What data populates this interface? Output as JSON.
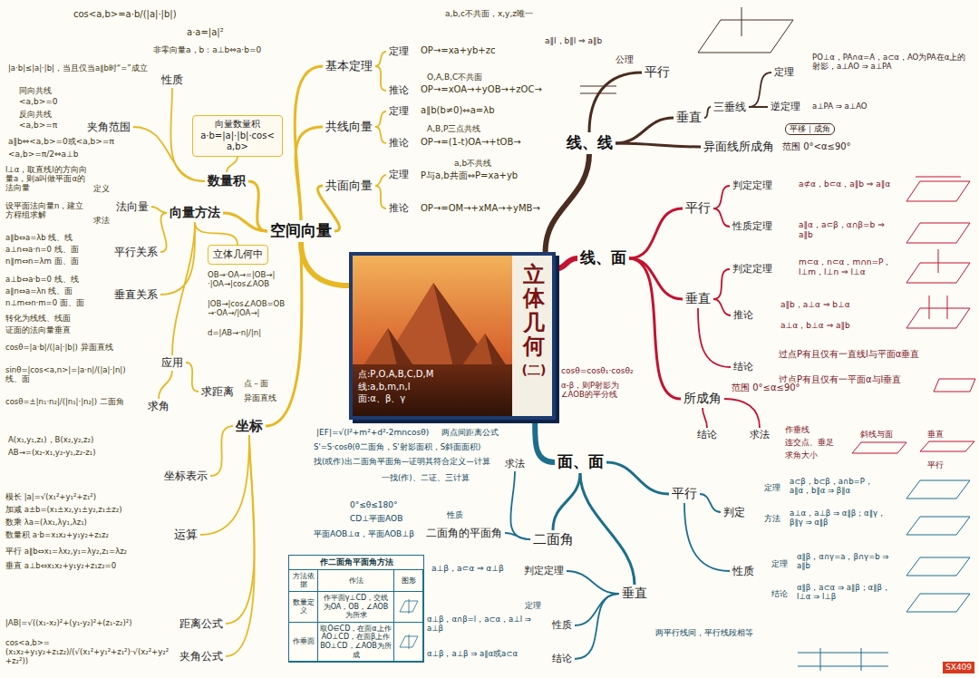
{
  "diagram": {
    "nodes": [
      {
        "text": [
          "立体几何",
          "(二)",
          "点:P,O,A,B,C,D,M",
          "线:a,b,m,n,l",
          "面:α、β、γ"
        ]
      },
      {
        "text": [
          "空间向量"
        ]
      },
      {
        "text": [
          "基本定理"
        ]
      },
      {
        "text": [
          "定理"
        ]
      },
      {
        "text": [
          "推论"
        ]
      },
      {
        "text": [
          "共线向量"
        ]
      },
      {
        "text": [
          "定理"
        ]
      },
      {
        "text": [
          "推论"
        ]
      },
      {
        "text": [
          "共面向量"
        ]
      },
      {
        "text": [
          "定理"
        ]
      },
      {
        "text": [
          "推论"
        ]
      },
      {
        "text": [
          "数量积"
        ]
      },
      {
        "text": [
          "性质"
        ]
      },
      {
        "text": [
          "夹角范围"
        ]
      },
      {
        "text": [
          "向量数量积",
          "a·b=|a|·|b|·cos<a,b>"
        ]
      },
      {
        "text": [
          "向量方法"
        ]
      },
      {
        "text": [
          "法向量"
        ]
      },
      {
        "text": [
          "平行关系"
        ]
      },
      {
        "text": [
          "垂直关系"
        ]
      },
      {
        "text": [
          "立体几何中"
        ]
      },
      {
        "text": [
          "应用"
        ]
      },
      {
        "text": [
          "求角"
        ]
      },
      {
        "text": [
          "求距离"
        ]
      },
      {
        "text": [
          "坐标"
        ]
      },
      {
        "text": [
          "坐标表示"
        ]
      },
      {
        "text": [
          "运算"
        ]
      },
      {
        "text": [
          "距离公式"
        ]
      },
      {
        "text": [
          "夹角公式"
        ]
      },
      {
        "text": [
          "线、线"
        ]
      },
      {
        "text": [
          "平行"
        ]
      },
      {
        "text": [
          "垂直"
        ]
      },
      {
        "text": [
          "三垂线"
        ]
      },
      {
        "text": [
          "定理"
        ]
      },
      {
        "text": [
          "逆定理"
        ]
      },
      {
        "text": [
          "异面线所成角"
        ]
      },
      {
        "text": [
          "线、面"
        ]
      },
      {
        "text": [
          "平行"
        ]
      },
      {
        "text": [
          "判定定理"
        ]
      },
      {
        "text": [
          "性质定理"
        ]
      },
      {
        "text": [
          "垂直"
        ]
      },
      {
        "text": [
          "判定定理"
        ]
      },
      {
        "text": [
          "推论"
        ]
      },
      {
        "text": [
          "结论"
        ]
      },
      {
        "text": [
          "所成角"
        ]
      },
      {
        "text": [
          "结论"
        ]
      },
      {
        "text": [
          "求法"
        ]
      },
      {
        "text": [
          "面、面"
        ]
      },
      {
        "text": [
          "平行"
        ]
      },
      {
        "text": [
          "判定"
        ]
      },
      {
        "text": [
          "性质"
        ]
      },
      {
        "text": [
          "垂直"
        ]
      },
      {
        "text": [
          "判定定理"
        ]
      },
      {
        "text": [
          "性质"
        ]
      },
      {
        "text": [
          "结论"
        ]
      },
      {
        "text": [
          "二面角"
        ]
      },
      {
        "text": [
          "求法"
        ]
      },
      {
        "text": [
          "二面角的平面角"
        ]
      },
      {
        "text": [
          "作二面角平面角方法",
          "方法依据",
          "作法",
          "图形",
          "数量定义",
          "作平面γ⊥CD，交线为OA，OB，∠AOB为所求",
          "作垂面",
          "取O∈CD，在面α上作AO⊥CD，在面β上作BO⊥CD，∠AOB为所成"
        ]
      }
    ],
    "edges": [
      {
        "from": 0,
        "to": 1,
        "arrow": "none"
      },
      {
        "from": 0,
        "to": 28,
        "arrow": "none"
      },
      {
        "from": 0,
        "to": 35,
        "arrow": "none"
      },
      {
        "from": 0,
        "to": 46,
        "arrow": "none"
      },
      {
        "from": 1,
        "to": 2,
        "arrow": "none"
      },
      {
        "from": 1,
        "to": 5,
        "arrow": "none"
      },
      {
        "from": 1,
        "to": 8,
        "arrow": "none"
      },
      {
        "from": 1,
        "to": 11,
        "arrow": "none"
      },
      {
        "from": 1,
        "to": 15,
        "arrow": "none"
      },
      {
        "from": 1,
        "to": 23,
        "arrow": "none"
      },
      {
        "from": 2,
        "to": 3,
        "arrow": "none"
      },
      {
        "from": 2,
        "to": 4,
        "arrow": "none"
      },
      {
        "from": 5,
        "to": 6,
        "arrow": "none"
      },
      {
        "from": 5,
        "to": 7,
        "arrow": "none"
      },
      {
        "from": 8,
        "to": 9,
        "arrow": "none"
      },
      {
        "from": 8,
        "to": 10,
        "arrow": "none"
      },
      {
        "from": 11,
        "to": 12,
        "arrow": "none"
      },
      {
        "from": 11,
        "to": 13,
        "arrow": "none"
      },
      {
        "from": 11,
        "to": 14,
        "arrow": "none"
      },
      {
        "from": 15,
        "to": 16,
        "arrow": "none"
      },
      {
        "from": 15,
        "to": 17,
        "arrow": "none"
      },
      {
        "from": 15,
        "to": 18,
        "arrow": "none"
      },
      {
        "from": 15,
        "to": 19,
        "arrow": "none"
      },
      {
        "from": 15,
        "to": 20,
        "arrow": "none"
      },
      {
        "from": 20,
        "to": 21,
        "arrow": "none"
      },
      {
        "from": 20,
        "to": 22,
        "arrow": "none"
      },
      {
        "from": 23,
        "to": 24,
        "arrow": "none"
      },
      {
        "from": 23,
        "to": 25,
        "arrow": "none"
      },
      {
        "from": 23,
        "to": 26,
        "arrow": "none"
      },
      {
        "from": 23,
        "to": 27,
        "arrow": "none"
      },
      {
        "from": 28,
        "to": 29,
        "arrow": "none"
      },
      {
        "from": 28,
        "to": 30,
        "arrow": "none"
      },
      {
        "from": 28,
        "to": 34,
        "arrow": "none"
      },
      {
        "from": 30,
        "to": 31,
        "arrow": "none"
      },
      {
        "from": 31,
        "to": 32,
        "arrow": "none"
      },
      {
        "from": 31,
        "to": 33,
        "arrow": "none"
      },
      {
        "from": 35,
        "to": 36,
        "arrow": "none"
      },
      {
        "from": 35,
        "to": 39,
        "arrow": "none"
      },
      {
        "from": 35,
        "to": 43,
        "arrow": "none"
      },
      {
        "from": 36,
        "to": 37,
        "arrow": "none"
      },
      {
        "from": 36,
        "to": 38,
        "arrow": "none"
      },
      {
        "from": 39,
        "to": 40,
        "arrow": "none"
      },
      {
        "from": 39,
        "to": 41,
        "arrow": "none"
      },
      {
        "from": 39,
        "to": 42,
        "arrow": "none"
      },
      {
        "from": 43,
        "to": 44,
        "arrow": "none"
      },
      {
        "from": 43,
        "to": 45,
        "arrow": "none"
      },
      {
        "from": 46,
        "to": 47,
        "arrow": "none"
      },
      {
        "from": 46,
        "to": 50,
        "arrow": "none"
      },
      {
        "from": 46,
        "to": 54,
        "arrow": "none"
      },
      {
        "from": 47,
        "to": 48,
        "arrow": "none"
      },
      {
        "from": 47,
        "to": 49,
        "arrow": "none"
      },
      {
        "from": 50,
        "to": 51,
        "arrow": "none"
      },
      {
        "from": 50,
        "to": 52,
        "arrow": "none"
      },
      {
        "from": 50,
        "to": 53,
        "arrow": "none"
      },
      {
        "from": 54,
        "to": 55,
        "arrow": "none"
      },
      {
        "from": 54,
        "to": 56,
        "arrow": "none"
      }
    ],
    "labels": [
      "a,b,c不共面，x,y,z唯一",
      "OP→=xa+yb+zc",
      "O,A,B,C不共面",
      "OP→=xOA→+yOB→+zOC→",
      "a∥b(b≠0)⇔a=λb",
      "A,B,P三点共线",
      "OP→=(1-t)OA→+tOB→",
      "a,b不共线",
      "P与a,b共面⇔P=xa+yb",
      "OP→=OM→+xMA→+yMB→",
      "cos<a,b>=a·b/(|a|·|b|)",
      "a·a=|a|²",
      "非零向量a，b：a⊥b⇔a·b=0",
      "|a·b|≤|a|·|b|，当且仅当a∥b时“=”成立",
      "同向共线",
      "<a,b>=0",
      "反向共线",
      "<a,b>=π",
      "a∥b⇔<a,b>=0或<a,b>=π",
      "<a,b>=π/2⇔a⊥b",
      "定义",
      "l⊥α，取直线l的方向向量a，则a叫做平面α的法向量",
      "求法",
      "设平面法向量n，建立方程组求解",
      "a∥b⇔a=λb 线、线",
      "a⊥n⇔a·n=0 线、面",
      "n∥m⇔n=λm 面、面",
      "a⊥b⇔a·b=0 线、线",
      "a∥n⇔a=λn 线、面",
      "n⊥m⇔n·m=0 面、面",
      "转化为线线、线面",
      "证面的法向量垂直",
      "OB→·OA→=|OB→|·|OA→|cos∠AOB",
      "|OB→|cos∠AOB=OB→·OA→/|OA→|",
      "d=|AB→·n|/|n|",
      "cosθ=|a·b|/(|a|·|b|) 异面直线",
      "sinθ=|cos<a,n>|=|a·n|/(|a|·|n|) 线、面",
      "cosθ=±|n₁·n₂|/(|n₁|·|n₂|) 二面角",
      "点－面",
      "异面直线",
      "A(x₁,y₁,z₁)，B(x₂,y₂,z₂)",
      "AB→=(x₂-x₁,y₂-y₁,z₂-z₁)",
      "模长 |a|=√(x₁²+y₁²+z₁²)",
      "加减 a±b=(x₁±x₂,y₁±y₂,z₁±z₂)",
      "数乘 λa=(λx₁,λy₁,λz₁)",
      "数量积 a·b=x₁x₂+y₁y₂+z₁z₂",
      "平行 a∥b⇔x₁=λx₂,y₁=λy₂,z₁=λz₂",
      "垂直 a⊥b⇔x₁x₂+y₁y₂+z₁z₂=0",
      "|AB|=√((x₁-x₂)²+(y₁-y₂)²+(z₁-z₂)²)",
      "cos<a,b>=(x₁x₂+y₁y₂+z₁z₂)/(√(x₁²+y₁²+z₁²)·√(x₂²+y₂²+z₂²))",
      "a∥l，b∥l ⇒ a∥b",
      "公理",
      "PO⊥α，PA∩α=A，a⊂α，AO为PA在α上的射影，a⊥AO ⇒ a⊥PA",
      "a⊥PA ⇒ a⊥AO",
      "平移｜成角",
      "范围 0°<α≤90°",
      "a⊄α，b⊂α，a∥b ⇒ a∥α",
      "a∥α，a⊂β，α∩β=b ⇒ a∥b",
      "m⊂α，n⊂α，m∩n=P，l⊥m，l⊥n ⇒ l⊥α",
      "a∥b，a⊥α ⇒ b⊥α",
      "a⊥α，b⊥α ⇒ a∥b",
      "过点P有且仅有一直线l与平面α垂直",
      "过点P有且仅有一平面α与l垂直",
      "范围 0°≤α≤90°",
      "作垂线",
      "连交点、垂足",
      "求角大小",
      "斜线与面",
      "垂直",
      "cosθ=cosθ₁·cosθ₂",
      "α-β，则P射影为∠AOB的平分线",
      "平行",
      "|EF|=√(l²+m²+d²-2mncosθ)",
      "两点间距离公式",
      "S'=S·cosθ(θ二面角，S'射影面积，S斜面面积)",
      "找(或作)出二面角平面角—证明其符合定义—计算",
      "一找(作)、二证、三计算",
      "0°≤θ≤180°",
      "性质",
      "CD⊥平面AOB",
      "平面AOB⊥α，平面AOB⊥β",
      "定理",
      "a⊂β，b⊂β，a∩b=P，a∥α，b∥α ⇒ β∥α",
      "方法",
      "a⊥α，a⊥β ⇒ α∥β；α∥γ，β∥γ ⇒ α∥β",
      "定理",
      "α∥β，α∩γ=a，β∩γ=b ⇒ a∥b",
      "结论",
      "α∥β，a⊂α ⇒ a∥β；α∥β，l⊥α ⇒ l⊥β",
      "两平行线间，平行线段相等",
      "a⊥β，a⊂α ⇒ α⊥β",
      "定理",
      "α⊥β，α∩β=l，a⊂α，a⊥l ⇒ a⊥β",
      "α⊥β，a⊥β ⇒ a∥α或a⊂α",
      "SX409"
    ]
  }
}
